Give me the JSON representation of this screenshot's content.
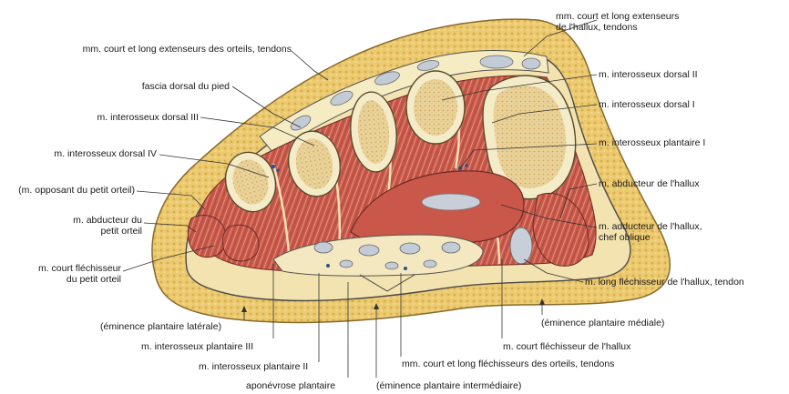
{
  "labels": {
    "ext_orteils": "mm. court et long extenseurs des orteils, tendons",
    "ext_hallux_1": "mm. court et long extenseurs",
    "ext_hallux_2": "de l'hallux, tendons",
    "fascia": "fascia dorsal du pied",
    "inter_d2": "m. interosseux dorsal II",
    "inter_d1": "m. interosseux dorsal I",
    "inter_d3": "m. interosseux dorsal III",
    "inter_p1": "m. interosseux plantaire I",
    "inter_d4": "m. interosseux dorsal IV",
    "opposant": "(m. opposant du petit orteil)",
    "abd_hallux": "m. abducteur de l'hallux",
    "abd_po_1": "m. abducteur du",
    "abd_po_2": "petit orteil",
    "add_hallux_1": "m. adducteur de l'hallux,",
    "add_hallux_2": "chef oblique",
    "flech_po_1": "m. court fléchisseur",
    "flech_po_2": "du petit orteil",
    "long_flech_hallux": "m. long fléchisseur de l'hallux, tendon",
    "em_laterale": "(éminence plantaire latérale)",
    "em_mediale": "(éminence plantaire médiale)",
    "inter_p3": "m. interosseux plantaire III",
    "court_flech_hallux": "m. court fléchisseur de l'hallux",
    "inter_p2": "m. interosseux plantaire II",
    "flech_orteils": "mm. court et long fléchisseurs des orteils, tendons",
    "aponevrose": "aponévrose plantaire",
    "em_intermediaire": "(éminence plantaire intermédiaire)"
  },
  "colors": {
    "fat": "#e9c76a",
    "fat_dots": "#d4a94a",
    "muscle": "#c8574a",
    "muscle_light": "#e08a78",
    "bone_cortex": "#f4ecc8",
    "bone_marrow": "#e3c98a",
    "tendon": "#c9d0d8",
    "outline": "#3a3a3a",
    "leader": "#333333"
  }
}
